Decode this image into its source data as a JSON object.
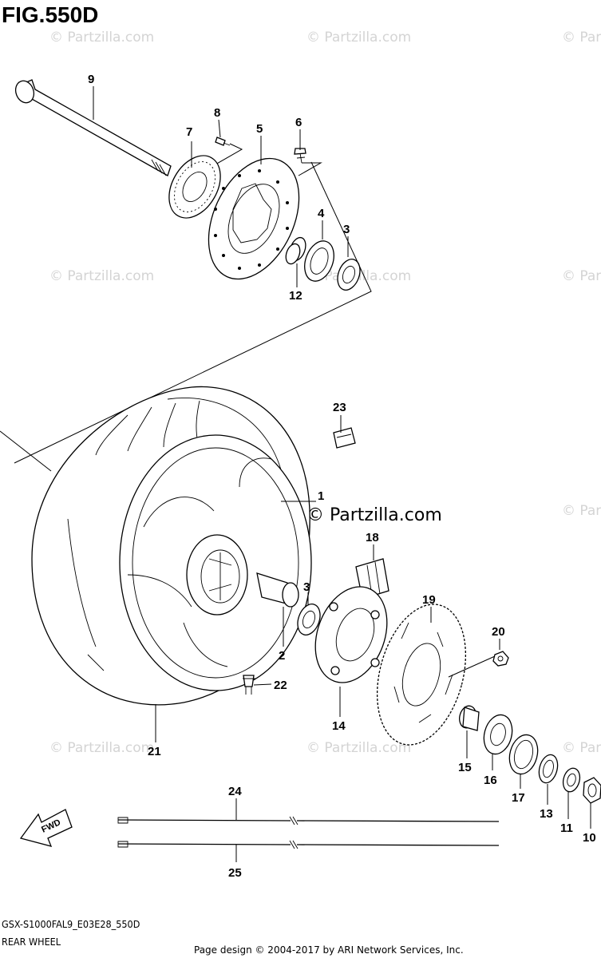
{
  "figure": {
    "title": "FIG.550D",
    "model_code": "GSX-S1000FAL9_E03E28_550D",
    "section_name": "REAR WHEEL",
    "copyright": "Page design © 2004-2017 by ARI Network Services, Inc."
  },
  "watermarks": {
    "small": "© Partzilla.com",
    "main": "© Partzilla.com"
  },
  "direction": "FWD",
  "callouts": {
    "c1": "1",
    "c2": "2",
    "c3a": "3",
    "c3b": "3",
    "c4": "4",
    "c5": "5",
    "c6": "6",
    "c7": "7",
    "c8": "8",
    "c9": "9",
    "c10": "10",
    "c11": "11",
    "c12": "12",
    "c13": "13",
    "c14": "14",
    "c15": "15",
    "c16": "16",
    "c17": "17",
    "c18": "18",
    "c19": "19",
    "c20": "20",
    "c21": "21",
    "c22": "22",
    "c23": "23",
    "c24": "24",
    "c25": "25"
  }
}
